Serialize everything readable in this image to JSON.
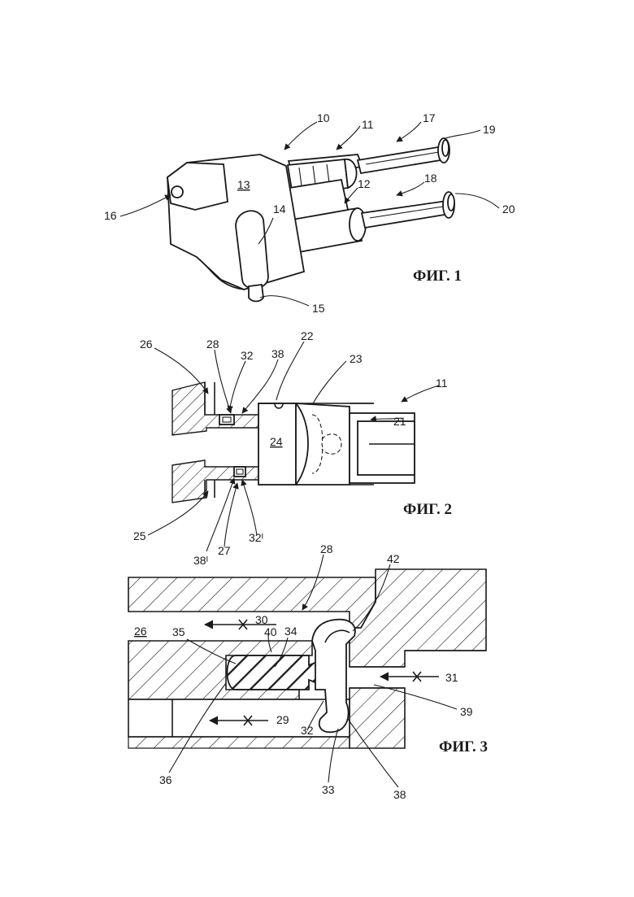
{
  "figures": [
    {
      "caption": "ФИГ. 1",
      "labels": [
        "10",
        "11",
        "12",
        "13",
        "14",
        "15",
        "16",
        "17",
        "18",
        "19",
        "20"
      ]
    },
    {
      "caption": "ФИГ. 2",
      "labels": [
        "11",
        "21",
        "22",
        "23",
        "24",
        "25",
        "26",
        "27",
        "28",
        "32",
        "38",
        "32ᴵ",
        "38ᴵ"
      ]
    },
    {
      "caption": "ФИГ. 3",
      "labels": [
        "26",
        "28",
        "29",
        "30",
        "31",
        "32",
        "33",
        "34",
        "35",
        "36",
        "38",
        "39",
        "40",
        "42"
      ]
    }
  ]
}
